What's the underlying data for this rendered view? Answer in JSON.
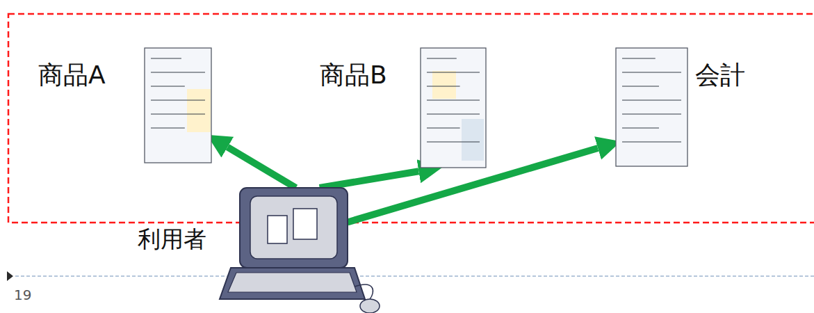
{
  "diagram": {
    "nodes": [
      {
        "text": [
          "商品A"
        ]
      },
      {
        "text": [
          "商品B"
        ]
      },
      {
        "text": [
          "会計"
        ]
      },
      {
        "text": [
          "利用者"
        ]
      }
    ],
    "edges": [
      {
        "from": 3,
        "to": 0,
        "arrow": "to"
      },
      {
        "from": 3,
        "to": 1,
        "arrow": "to"
      },
      {
        "from": 3,
        "to": 2,
        "arrow": "to"
      }
    ],
    "labels": [
      "19"
    ]
  }
}
